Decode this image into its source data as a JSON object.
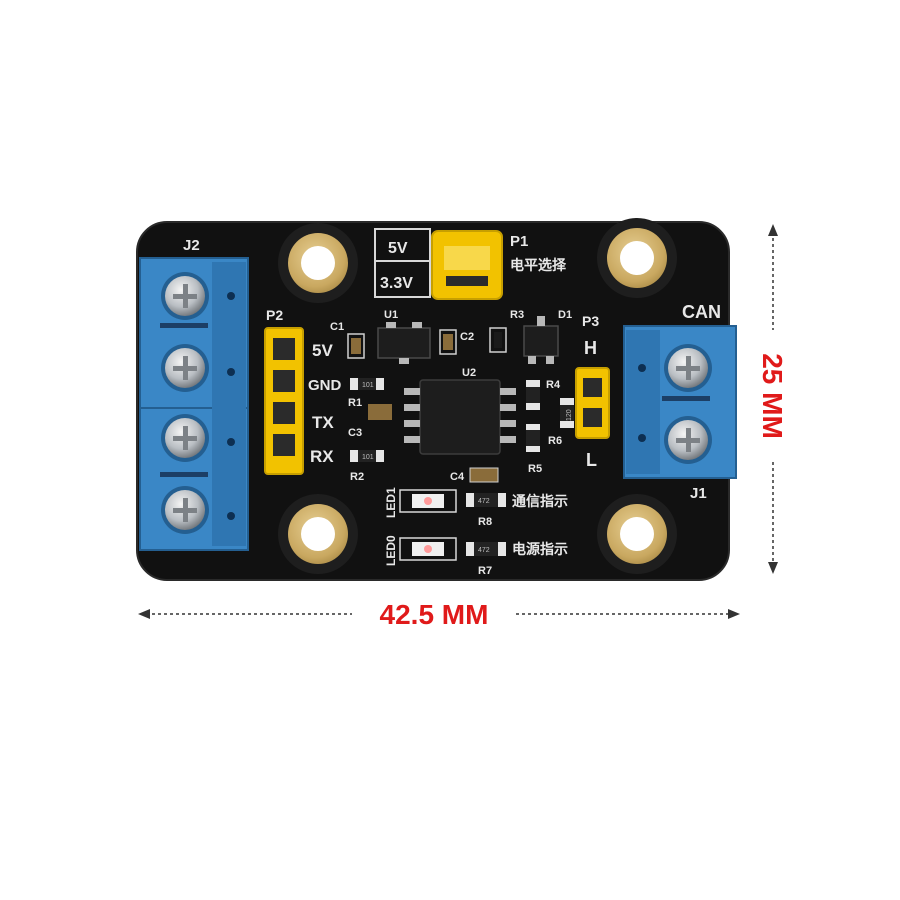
{
  "board": {
    "labels": {
      "j2": "J2",
      "j1": "J1",
      "can": "CAN",
      "p1": "P1",
      "p1_cn": "电平选择",
      "opt_5v": "5V",
      "opt_33v": "3.3V",
      "p2": "P2",
      "p3": "P3",
      "pin_5v": "5V",
      "pin_gnd": "GND",
      "pin_tx": "TX",
      "pin_rx": "RX",
      "pin_h": "H",
      "pin_l": "L",
      "c1": "C1",
      "u1": "U1",
      "c2": "C2",
      "r3": "R3",
      "d1": "D1",
      "u2": "U2",
      "r1": "R1",
      "c3": "C3",
      "r2": "R2",
      "r4": "R4",
      "r6": "R6",
      "r5": "R5",
      "c4": "C4",
      "led1": "LED1",
      "led0": "LED0",
      "r8": "R8",
      "r7": "R7",
      "comm_cn": "通信指示",
      "power_cn": "电源指示",
      "res_101": "101",
      "res_120": "120",
      "res_472": "472"
    }
  },
  "dimensions": {
    "width": "42.5 MM",
    "height": "25 MM"
  },
  "colors": {
    "pcb": "#111111",
    "terminal": "#3a87c6",
    "header": "#f2c200",
    "dimension": "#e01a1a"
  }
}
